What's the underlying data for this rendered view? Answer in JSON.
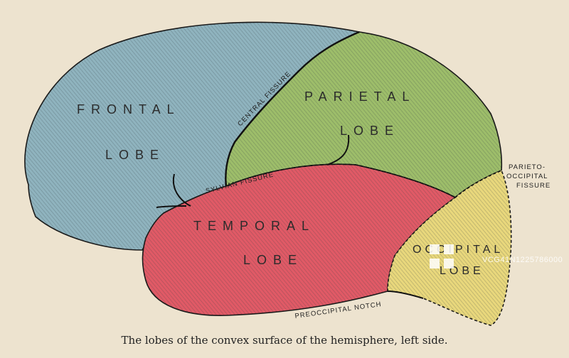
{
  "lobes": {
    "frontal": {
      "line1": "FRONTAL",
      "line2": "LOBE",
      "color": "#8fb3be"
    },
    "parietal": {
      "line1": "PARIETAL",
      "line2": "LOBE",
      "color": "#9dbd6a"
    },
    "temporal": {
      "line1": "TEMPORAL",
      "line2": "LOBE",
      "color": "#e05a66"
    },
    "occipital": {
      "line1": "OCCIPITAL",
      "line2": "LOBE",
      "color": "#e8d77c"
    }
  },
  "fissures": {
    "central": "CENTRAL FISSURE",
    "sylvian": "SYLVIAN   FISSURE",
    "parieto_occipital_line1": "PARIETO-",
    "parieto_occipital_line2": "OCCIPITAL",
    "parieto_occipital_line3": "FISSURE",
    "preoccipital": "PREOCCIPITAL NOTCH"
  },
  "caption": "The lobes of the convex surface of the hemisphere, left side.",
  "watermark": {
    "text": "VCG41N1225786000"
  },
  "colors": {
    "background": "#ede3cf",
    "hatch": "#2e3b40",
    "outline": "#1a1a1a"
  }
}
